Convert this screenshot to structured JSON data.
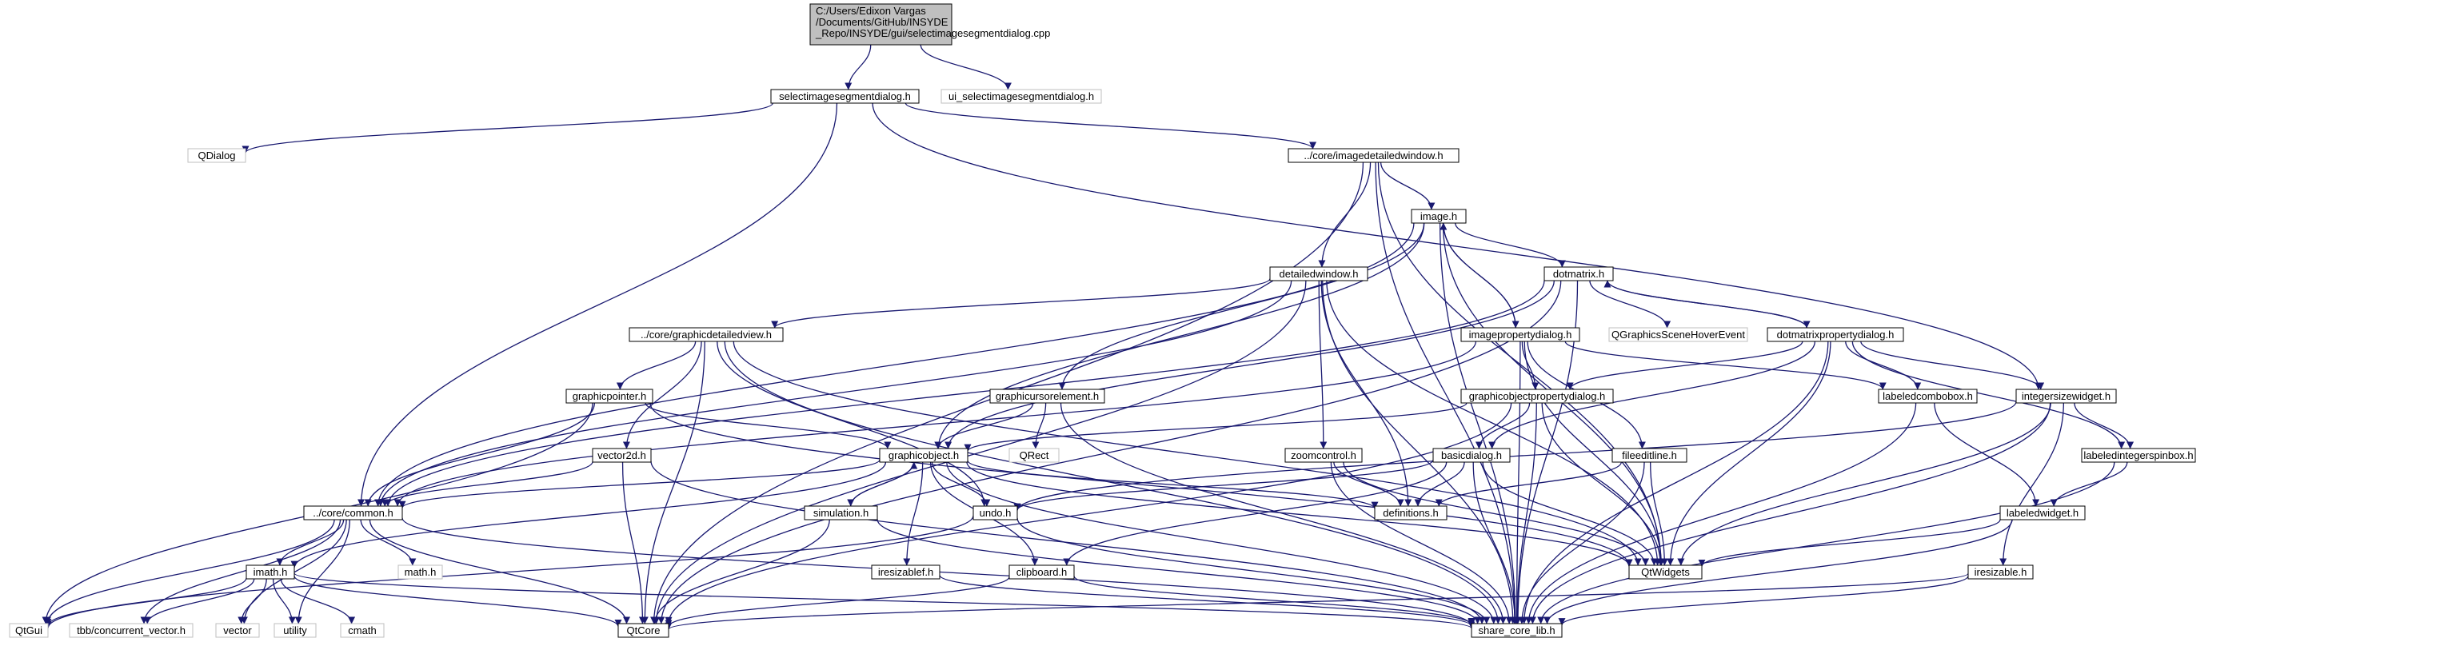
{
  "diagram": {
    "colors": {
      "edge": "#191970",
      "root_fill": "#bfbfbf",
      "root_border": "#000000",
      "node_border": "#000000",
      "external_border": "#bfbfbf",
      "text": "#000000"
    },
    "nodes": [
      {
        "id": "root",
        "kind": "root",
        "lines": [
          "C:/Users/Edixon Vargas",
          "/Documents/GitHub/INSYDE",
          "_Repo/INSYDE/gui/selectimagesegmentdialog.cpp"
        ]
      },
      {
        "id": "selectimagesegmentdialog_h",
        "kind": "internal",
        "lines": [
          "selectimagesegmentdialog.h"
        ]
      },
      {
        "id": "ui_selectimagesegmentdialog_h",
        "kind": "external",
        "lines": [
          "ui_selectimagesegmentdialog.h"
        ]
      },
      {
        "id": "QDialog",
        "kind": "external",
        "lines": [
          "QDialog"
        ]
      },
      {
        "id": "imagedetailedwindow_h",
        "kind": "internal",
        "lines": [
          "../core/imagedetailedwindow.h"
        ]
      },
      {
        "id": "image_h",
        "kind": "internal",
        "lines": [
          "image.h"
        ]
      },
      {
        "id": "detailedwindow_h",
        "kind": "internal",
        "lines": [
          "detailedwindow.h"
        ]
      },
      {
        "id": "dotmatrix_h",
        "kind": "internal",
        "lines": [
          "dotmatrix.h"
        ]
      },
      {
        "id": "QGraphicsSceneHoverEvent",
        "kind": "external",
        "lines": [
          "QGraphicsSceneHoverEvent"
        ]
      },
      {
        "id": "graphicdetailedview_h",
        "kind": "internal",
        "lines": [
          "../core/graphicdetailedview.h"
        ]
      },
      {
        "id": "imagepropertydialog_h",
        "kind": "internal",
        "lines": [
          "imagepropertydialog.h"
        ]
      },
      {
        "id": "dotmatrixpropertydialog_h",
        "kind": "internal",
        "lines": [
          "dotmatrixpropertydialog.h"
        ]
      },
      {
        "id": "graphicpointer_h",
        "kind": "internal",
        "lines": [
          "graphicpointer.h"
        ]
      },
      {
        "id": "graphicobjectpropertydialog_h",
        "kind": "internal",
        "lines": [
          "graphicobjectpropertydialog.h"
        ]
      },
      {
        "id": "graphicursorelement_h",
        "kind": "internal",
        "lines": [
          "graphicursorelement.h"
        ]
      },
      {
        "id": "labeledcombobox_h",
        "kind": "internal",
        "lines": [
          "labeledcombobox.h"
        ]
      },
      {
        "id": "integersizewidget_h",
        "kind": "internal",
        "lines": [
          "integersizewidget.h"
        ]
      },
      {
        "id": "vector2d_h",
        "kind": "internal",
        "lines": [
          "vector2d.h"
        ]
      },
      {
        "id": "graphicobject_h",
        "kind": "internal",
        "lines": [
          "graphicobject.h"
        ]
      },
      {
        "id": "QRect",
        "kind": "external",
        "lines": [
          "QRect"
        ]
      },
      {
        "id": "zoomcontrol_h",
        "kind": "internal",
        "lines": [
          "zoomcontrol.h"
        ]
      },
      {
        "id": "basicdialog_h",
        "kind": "internal",
        "lines": [
          "basicdialog.h"
        ]
      },
      {
        "id": "fileeditline_h",
        "kind": "internal",
        "lines": [
          "fileeditline.h"
        ]
      },
      {
        "id": "labeledintegerspinbox_h",
        "kind": "internal",
        "lines": [
          "labeledintegerspinbox.h"
        ]
      },
      {
        "id": "common_h",
        "kind": "internal",
        "lines": [
          "../core/common.h"
        ]
      },
      {
        "id": "simulation_h",
        "kind": "internal",
        "lines": [
          "simulation.h"
        ]
      },
      {
        "id": "undo_h",
        "kind": "internal",
        "lines": [
          "undo.h"
        ]
      },
      {
        "id": "definitions_h",
        "kind": "internal",
        "lines": [
          "definitions.h"
        ]
      },
      {
        "id": "labeledwidget_h",
        "kind": "internal",
        "lines": [
          "labeledwidget.h"
        ]
      },
      {
        "id": "math_h",
        "kind": "external",
        "lines": [
          "math.h"
        ]
      },
      {
        "id": "imath_h",
        "kind": "internal",
        "lines": [
          "imath.h"
        ]
      },
      {
        "id": "QtWidgets",
        "kind": "internal",
        "lines": [
          "QtWidgets"
        ]
      },
      {
        "id": "iresizablef_h",
        "kind": "internal",
        "lines": [
          "iresizablef.h"
        ]
      },
      {
        "id": "clipboard_h",
        "kind": "internal",
        "lines": [
          "clipboard.h"
        ]
      },
      {
        "id": "iresizable_h",
        "kind": "internal",
        "lines": [
          "iresizable.h"
        ]
      },
      {
        "id": "QtGui",
        "kind": "external",
        "lines": [
          "QtGui"
        ]
      },
      {
        "id": "concurrent_vector_h",
        "kind": "external",
        "lines": [
          "tbb/concurrent_vector.h"
        ]
      },
      {
        "id": "vector",
        "kind": "external",
        "lines": [
          "vector"
        ]
      },
      {
        "id": "utility",
        "kind": "external",
        "lines": [
          "utility"
        ]
      },
      {
        "id": "cmath",
        "kind": "external",
        "lines": [
          "cmath"
        ]
      },
      {
        "id": "QtCore",
        "kind": "internal",
        "lines": [
          "QtCore"
        ]
      },
      {
        "id": "share_core_lib_h",
        "kind": "internal",
        "lines": [
          "share_core_lib.h"
        ]
      }
    ],
    "edges": [
      [
        "root",
        "selectimagesegmentdialog_h"
      ],
      [
        "root",
        "ui_selectimagesegmentdialog_h"
      ],
      [
        "selectimagesegmentdialog_h",
        "QDialog"
      ],
      [
        "selectimagesegmentdialog_h",
        "imagedetailedwindow_h"
      ],
      [
        "selectimagesegmentdialog_h",
        "common_h"
      ],
      [
        "selectimagesegmentdialog_h",
        "integersizewidget_h"
      ],
      [
        "imagedetailedwindow_h",
        "image_h"
      ],
      [
        "imagedetailedwindow_h",
        "detailedwindow_h"
      ],
      [
        "imagedetailedwindow_h",
        "QtCore"
      ],
      [
        "imagedetailedwindow_h",
        "share_core_lib_h"
      ],
      [
        "imagedetailedwindow_h",
        "QtWidgets"
      ],
      [
        "image_h",
        "dotmatrix_h"
      ],
      [
        "image_h",
        "imagepropertydialog_h"
      ],
      [
        "image_h",
        "graphicursorelement_h"
      ],
      [
        "image_h",
        "graphicobject_h"
      ],
      [
        "image_h",
        "common_h"
      ],
      [
        "image_h",
        "QtWidgets"
      ],
      [
        "image_h",
        "share_core_lib_h"
      ],
      [
        "imagepropertydialog_h",
        "image_h"
      ],
      [
        "detailedwindow_h",
        "graphicdetailedview_h"
      ],
      [
        "detailedwindow_h",
        "zoomcontrol_h"
      ],
      [
        "detailedwindow_h",
        "definitions_h"
      ],
      [
        "detailedwindow_h",
        "QtWidgets"
      ],
      [
        "detailedwindow_h",
        "share_core_lib_h"
      ],
      [
        "detailedwindow_h",
        "QtCore"
      ],
      [
        "detailedwindow_h",
        "common_h"
      ],
      [
        "dotmatrix_h",
        "QGraphicsSceneHoverEvent"
      ],
      [
        "dotmatrix_h",
        "dotmatrixpropertydialog_h"
      ],
      [
        "dotmatrixpropertydialog_h",
        "dotmatrix_h"
      ],
      [
        "dotmatrix_h",
        "graphicobject_h"
      ],
      [
        "dotmatrix_h",
        "QtCore"
      ],
      [
        "dotmatrix_h",
        "share_core_lib_h"
      ],
      [
        "dotmatrix_h",
        "common_h"
      ],
      [
        "graphicdetailedview_h",
        "graphicpointer_h"
      ],
      [
        "graphicdetailedview_h",
        "vector2d_h"
      ],
      [
        "graphicdetailedview_h",
        "undo_h"
      ],
      [
        "graphicdetailedview_h",
        "QtCore"
      ],
      [
        "graphicdetailedview_h",
        "share_core_lib_h"
      ],
      [
        "graphicdetailedview_h",
        "QtWidgets"
      ],
      [
        "imagepropertydialog_h",
        "graphicobjectpropertydialog_h"
      ],
      [
        "imagepropertydialog_h",
        "fileeditline_h"
      ],
      [
        "imagepropertydialog_h",
        "labeledcombobox_h"
      ],
      [
        "imagepropertydialog_h",
        "QtWidgets"
      ],
      [
        "imagepropertydialog_h",
        "share_core_lib_h"
      ],
      [
        "imagepropertydialog_h",
        "common_h"
      ],
      [
        "dotmatrixpropertydialog_h",
        "graphicobjectpropertydialog_h"
      ],
      [
        "dotmatrixpropertydialog_h",
        "labeledcombobox_h"
      ],
      [
        "dotmatrixpropertydialog_h",
        "integersizewidget_h"
      ],
      [
        "dotmatrixpropertydialog_h",
        "labeledintegerspinbox_h"
      ],
      [
        "dotmatrixpropertydialog_h",
        "basicdialog_h"
      ],
      [
        "dotmatrixpropertydialog_h",
        "QtWidgets"
      ],
      [
        "dotmatrixpropertydialog_h",
        "share_core_lib_h"
      ],
      [
        "graphicpointer_h",
        "graphicobject_h"
      ],
      [
        "graphicpointer_h",
        "common_h"
      ],
      [
        "graphicpointer_h",
        "QtGui"
      ],
      [
        "graphicpointer_h",
        "QtWidgets"
      ],
      [
        "graphicursorelement_h",
        "graphicobject_h"
      ],
      [
        "graphicursorelement_h",
        "QRect"
      ],
      [
        "graphicursorelement_h",
        "share_core_lib_h"
      ],
      [
        "graphicobjectpropertydialog_h",
        "basicdialog_h"
      ],
      [
        "graphicobjectpropertydialog_h",
        "graphicobject_h"
      ],
      [
        "graphicobjectpropertydialog_h",
        "QtWidgets"
      ],
      [
        "graphicobjectpropertydialog_h",
        "QtCore"
      ],
      [
        "graphicobjectpropertydialog_h",
        "share_core_lib_h"
      ],
      [
        "labeledcombobox_h",
        "labeledwidget_h"
      ],
      [
        "labeledcombobox_h",
        "share_core_lib_h"
      ],
      [
        "integersizewidget_h",
        "labeledintegerspinbox_h"
      ],
      [
        "integersizewidget_h",
        "iresizable_h"
      ],
      [
        "integersizewidget_h",
        "QtWidgets"
      ],
      [
        "integersizewidget_h",
        "share_core_lib_h"
      ],
      [
        "integersizewidget_h",
        "undo_h"
      ],
      [
        "labeledintegerspinbox_h",
        "labeledwidget_h"
      ],
      [
        "labeledintegerspinbox_h",
        "share_core_lib_h"
      ],
      [
        "vector2d_h",
        "common_h"
      ],
      [
        "vector2d_h",
        "QtCore"
      ],
      [
        "vector2d_h",
        "share_core_lib_h"
      ],
      [
        "graphicobject_h",
        "simulation_h"
      ],
      [
        "simulation_h",
        "graphicobject_h"
      ],
      [
        "graphicobject_h",
        "undo_h"
      ],
      [
        "graphicobject_h",
        "iresizablef_h"
      ],
      [
        "graphicobject_h",
        "clipboard_h"
      ],
      [
        "graphicobject_h",
        "common_h"
      ],
      [
        "graphicobject_h",
        "imath_h"
      ],
      [
        "graphicobject_h",
        "definitions_h"
      ],
      [
        "graphicobject_h",
        "QtWidgets"
      ],
      [
        "graphicobject_h",
        "share_core_lib_h"
      ],
      [
        "zoomcontrol_h",
        "definitions_h"
      ],
      [
        "zoomcontrol_h",
        "QtWidgets"
      ],
      [
        "zoomcontrol_h",
        "share_core_lib_h"
      ],
      [
        "basicdialog_h",
        "definitions_h"
      ],
      [
        "basicdialog_h",
        "undo_h"
      ],
      [
        "basicdialog_h",
        "clipboard_h"
      ],
      [
        "basicdialog_h",
        "QtWidgets"
      ],
      [
        "basicdialog_h",
        "share_core_lib_h"
      ],
      [
        "fileeditline_h",
        "definitions_h"
      ],
      [
        "fileeditline_h",
        "QtWidgets"
      ],
      [
        "fileeditline_h",
        "share_core_lib_h"
      ],
      [
        "labeledwidget_h",
        "QtWidgets"
      ],
      [
        "labeledwidget_h",
        "share_core_lib_h"
      ],
      [
        "common_h",
        "math_h"
      ],
      [
        "common_h",
        "imath_h"
      ],
      [
        "common_h",
        "QtGui"
      ],
      [
        "common_h",
        "concurrent_vector_h"
      ],
      [
        "common_h",
        "vector"
      ],
      [
        "common_h",
        "utility"
      ],
      [
        "common_h",
        "QtCore"
      ],
      [
        "common_h",
        "share_core_lib_h"
      ],
      [
        "simulation_h",
        "QtCore"
      ],
      [
        "simulation_h",
        "share_core_lib_h"
      ],
      [
        "undo_h",
        "QtGui"
      ],
      [
        "undo_h",
        "share_core_lib_h"
      ],
      [
        "imath_h",
        "QtGui"
      ],
      [
        "imath_h",
        "concurrent_vector_h"
      ],
      [
        "imath_h",
        "vector"
      ],
      [
        "imath_h",
        "utility"
      ],
      [
        "imath_h",
        "cmath"
      ],
      [
        "imath_h",
        "QtCore"
      ],
      [
        "imath_h",
        "share_core_lib_h"
      ],
      [
        "iresizablef_h",
        "share_core_lib_h"
      ],
      [
        "clipboard_h",
        "QtCore"
      ],
      [
        "clipboard_h",
        "share_core_lib_h"
      ],
      [
        "iresizable_h",
        "QtCore"
      ],
      [
        "iresizable_h",
        "share_core_lib_h"
      ]
    ]
  }
}
